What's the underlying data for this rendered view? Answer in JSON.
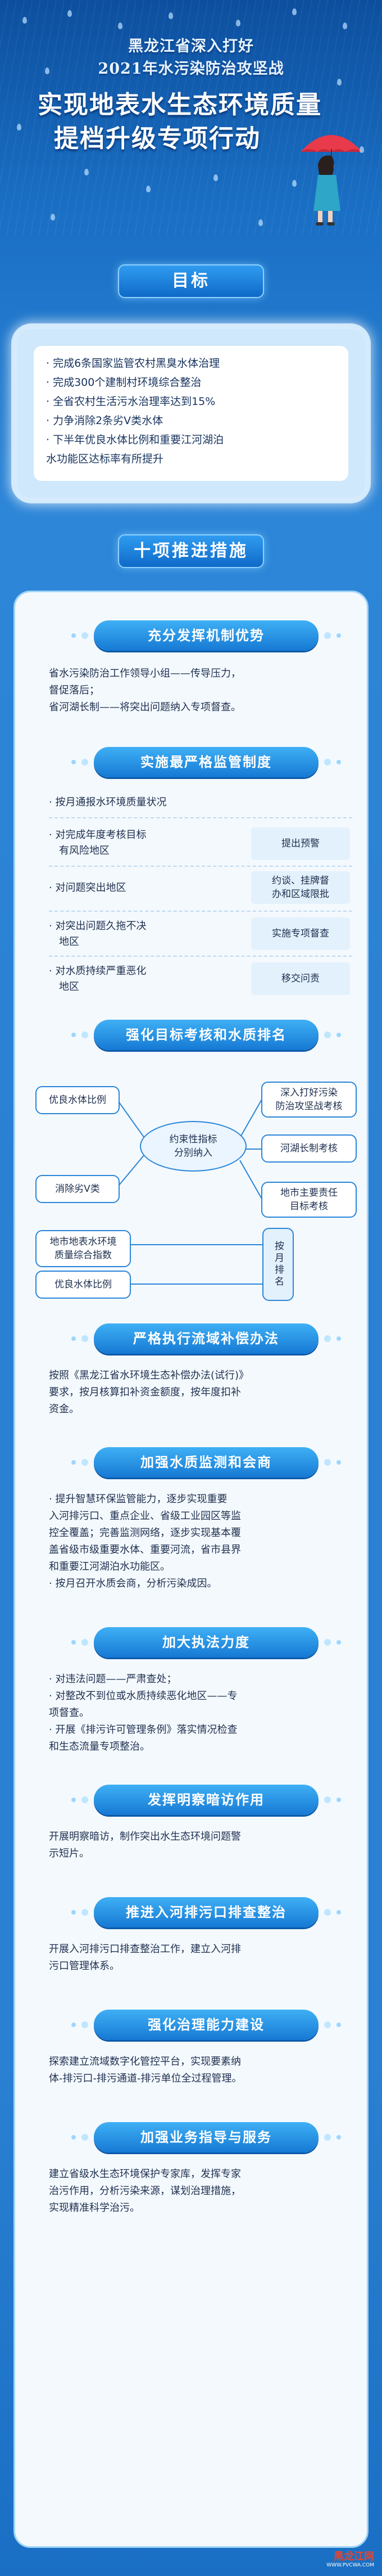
{
  "header": {
    "subtitle_line1": "黑龙江省深入打好",
    "subtitle_line2": "2021年水污染防治攻坚战",
    "title_line1": "实现地表水生态环境质量",
    "title_line2": "提档升级专项行动"
  },
  "goal": {
    "banner": "目标",
    "items": [
      "· 完成6条国家监管农村黑臭水体治理",
      "· 完成300个建制村环境综合整治",
      "· 全省农村生活污水治理率达到15%",
      "· 力争消除2条劣Ⅴ类水体",
      "· 下半年优良水体比例和重要江河湖泊",
      "水功能区达标率有所提升"
    ]
  },
  "measures": {
    "banner": "十项推进措施",
    "s1": {
      "title": "充分发挥机制优势",
      "lines": [
        "省水污染防治工作领导小组——传导压力，",
        "督促落后；",
        "省河湖长制——将突出问题纳入专项督查。"
      ]
    },
    "s2": {
      "title": "实施最严格监管制度",
      "top": "· 按月通报水环境质量状况",
      "rows": [
        {
          "left1": "· 对完成年度考核目标",
          "left2": "有风险地区",
          "right1": "提出预警",
          "right2": ""
        },
        {
          "left1": "· 对问题突出地区",
          "left2": "",
          "right1": "约谈、挂牌督",
          "right2": "办和区域限批"
        },
        {
          "left1": "· 对突出问题久拖不决",
          "left2": "地区",
          "right1": "实施专项督查",
          "right2": ""
        },
        {
          "left1": "· 对水质持续严重恶化",
          "left2": "地区",
          "right1": "移交问责",
          "right2": ""
        }
      ]
    },
    "s3": {
      "title": "强化目标考核和水质排名",
      "center1": "约束性指标",
      "center2": "分别纳入",
      "box_top_left": "优良水体比例",
      "box_bottom_left": "消除劣Ⅴ类",
      "box_r1_1": "深入打好污染",
      "box_r1_2": "防治攻坚战考核",
      "box_r2": "河湖长制考核",
      "box_r3_1": "地市主要责任",
      "box_r3_2": "目标考核",
      "rank_a1": "地市地表水环境",
      "rank_a2": "质量综合指数",
      "rank_b": "优良水体比例",
      "rank_right": "按月排名"
    },
    "s4": {
      "title": "严格执行流域补偿办法",
      "lines": [
        "按照《黑龙江省水环境生态补偿办法(试行)》",
        "要求，按月核算扣补资金额度，按年度扣补",
        "资金。"
      ]
    },
    "s5": {
      "title": "加强水质监测和会商",
      "lines": [
        "· 提升智慧环保监管能力，逐步实现重要",
        "入河排污口、重点企业、省级工业园区等监",
        "控全覆盖；完善监测网络，逐步实现基本覆",
        "盖省级市级重要水体、重要河流，省市县界",
        "和重要江河湖泊水功能区。",
        "· 按月召开水质会商，分析污染成因。"
      ]
    },
    "s6": {
      "title": "加大执法力度",
      "lines": [
        "· 对违法问题——严肃查处；",
        "· 对整改不到位或水质持续恶化地区——专",
        "项督查。",
        "· 开展《排污许可管理条例》落实情况检查",
        "和生态流量专项整治。"
      ]
    },
    "s7": {
      "title": "发挥明察暗访作用",
      "lines": [
        "开展明察暗访，制作突出水生态环境问题警",
        "示短片。"
      ]
    },
    "s8": {
      "title": "推进入河排污口排查整治",
      "lines": [
        "开展入河排污口排查整治工作，建立入河排",
        "污口管理体系。"
      ]
    },
    "s9": {
      "title": "强化治理能力建设",
      "lines": [
        "探索建立流域数字化管控平台，实现要素纳",
        "体-排污口-排污通道-排污单位全过程管理。"
      ]
    },
    "s10": {
      "title": "加强业务指导与服务",
      "lines": [
        "建立省级水生态环境保护专家库，发挥专家",
        "治污作用，分析污染来源，谋划治理措施，",
        "实现精准科学治污。"
      ]
    }
  },
  "logo": {
    "text": "黑龙江网",
    "sub": "WWW.PVCWA.COM"
  },
  "colors": {
    "accent": "#1679d4",
    "panel": "#f4f9fe",
    "text": "#1e2f4e"
  }
}
